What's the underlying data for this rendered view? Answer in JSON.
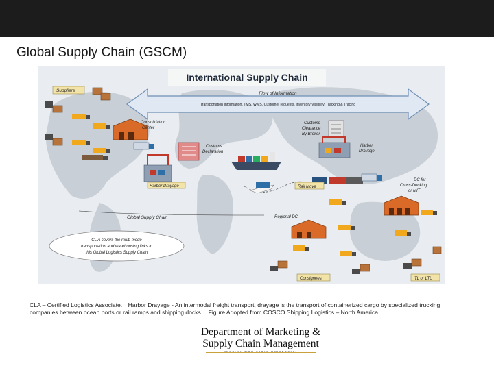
{
  "slide": {
    "title": "Global Supply Chain (GSCM)"
  },
  "figure": {
    "heading": "International Supply Chain",
    "flow_of_information": "Flow of Information",
    "info_detail": "Transportation Information, TMS, WMS, Customer requests, Inventory Visibility, Tracking & Tracing",
    "labels": {
      "suppliers": "Suppliers",
      "consolidation_center_1": "Consolidation",
      "consolidation_center_2": "Center",
      "customs_declaration_1": "Customs",
      "customs_declaration_2": "Declaration",
      "customs_clearance_1": "Customs",
      "customs_clearance_2": "Clearance",
      "customs_clearance_3": "By Broker",
      "harbor_drayage_right_1": "Harbor",
      "harbor_drayage_right_2": "Drayage",
      "harbor_drayage_left": "Harbor Drayage",
      "rail_move": "Rail Move",
      "dc_cross_dock_1": "DC for",
      "dc_cross_dock_2": "Cross-Docking",
      "dc_cross_dock_3": "or MIT",
      "global_supply_chain": "Global Supply Chain",
      "regional_dc": "Regional DC",
      "cl_note_1": "CL A covers the multi-mode",
      "cl_note_2": "transportation and warehousing links in",
      "cl_note_3": "this Global Logistics Supply Chain",
      "consignees": "Consignees",
      "tl_ltl": "TL or LTL"
    },
    "colors": {
      "ocean": "#e9edf1",
      "land": "#c9cfd6",
      "arrow_fill": "#dfe8f3",
      "arrow_stroke": "#6f8fb5",
      "box_fill": "#f2e3a8",
      "truck_body": "#f2a81d",
      "ship_hull": "#3b4a63",
      "crane": "#c0392b"
    }
  },
  "caption": {
    "part1": "CLA – Certified Logistics Associate.",
    "part2": "Harbor Drayage -  An intermodal freight transport, drayage is the transport of containerized cargo by specialized trucking companies between ocean ports or rail ramps and shipping docks.",
    "part3": "Figure Adopted from COSCO Shipping Logistics – North America"
  },
  "logo": {
    "line1": "Department of Marketing &",
    "line2": "Supply Chain Management",
    "line3": "APPALACHIAN STATE UNIVERSITY"
  }
}
